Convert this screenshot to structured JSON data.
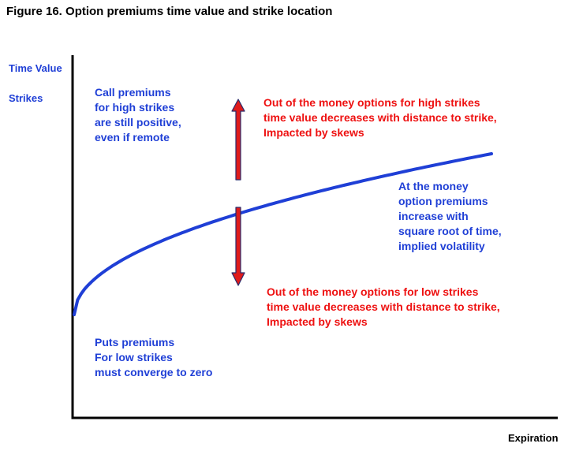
{
  "title": "Figure 16. Option premiums time value and strike location",
  "axes": {
    "y_label_1": "Time Value",
    "y_label_2": "Strikes",
    "x_label": "Expiration"
  },
  "annotations": {
    "call": [
      "Call premiums",
      "for high strikes",
      "are still positive,",
      "even if remote"
    ],
    "otm_high": [
      "Out of the money options for high strikes",
      "time value decreases with distance to strike,",
      "Impacted by skews"
    ],
    "atm": [
      "At the money",
      "option premiums",
      "increase with",
      "square root of time,",
      "implied volatility"
    ],
    "otm_low": [
      "Out of the money options for low strikes",
      "time value decreases with distance to strike,",
      "Impacted by skews"
    ],
    "puts": [
      "Puts premiums",
      "For low strikes",
      "must converge to zero"
    ]
  },
  "colors": {
    "curve": "#1f3fd6",
    "axis": "#000000",
    "arrow_fill": "#e01b1b",
    "arrow_stroke": "#2a2a6a",
    "blue_text": "#1f3fd6",
    "red_text": "#ee1111"
  }
}
